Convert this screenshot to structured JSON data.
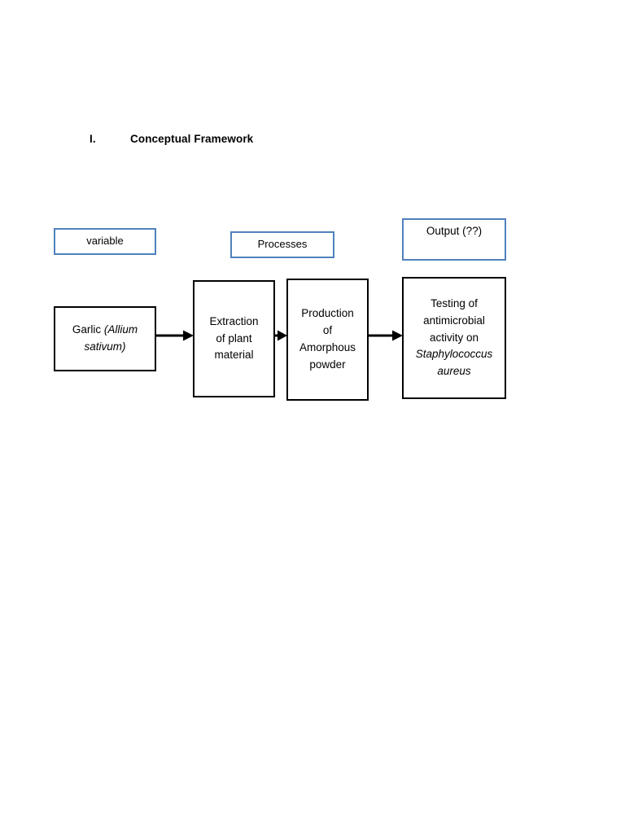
{
  "document": {
    "heading": {
      "numeral": "I.",
      "title": "Conceptual Framework"
    }
  },
  "colors": {
    "label_border": "#4F81BD",
    "flow_border": "#000000",
    "page_background": "#FFFFFF",
    "text": "#000000"
  },
  "diagram": {
    "type": "flowchart",
    "column_labels": [
      {
        "id": "variable",
        "text": "variable"
      },
      {
        "id": "processes",
        "text": "Processes"
      },
      {
        "id": "output",
        "text": "Output (??)"
      }
    ],
    "stages": [
      {
        "id": "garlic",
        "lines": [
          {
            "text": "Garlic ",
            "italic": false
          },
          {
            "text": "(Allium sativum)",
            "italic": true
          }
        ],
        "plain_text": "Garlic (Allium sativum)"
      },
      {
        "id": "extraction",
        "lines": [
          {
            "text": "Extraction",
            "italic": false
          },
          {
            "text": "of plant",
            "italic": false
          },
          {
            "text": "material",
            "italic": false
          }
        ],
        "plain_text": "Extraction of plant material"
      },
      {
        "id": "production",
        "lines": [
          {
            "text": "Production",
            "italic": false
          },
          {
            "text": "of",
            "italic": false
          },
          {
            "text": "Amorphous",
            "italic": false
          },
          {
            "text": "powder",
            "italic": false
          }
        ],
        "plain_text": "Production of Amorphous powder"
      },
      {
        "id": "testing",
        "lines": [
          {
            "text": "Testing of",
            "italic": false
          },
          {
            "text": "antimicrobial",
            "italic": false
          },
          {
            "text": "activity on",
            "italic": false
          },
          {
            "text": "Staphylococcus",
            "italic": true
          },
          {
            "text": "aureus",
            "italic": true
          }
        ],
        "plain_text": "Testing of antimicrobial activity on Staphylococcus aureus"
      }
    ],
    "connectors": [
      {
        "id": "arrow-1",
        "from": "garlic",
        "to": "extraction",
        "style": "solid-arrow-right"
      },
      {
        "id": "arrow-2",
        "from": "extraction",
        "to": "production",
        "style": "solid-arrow-right"
      },
      {
        "id": "arrow-3",
        "from": "production",
        "to": "testing",
        "style": "solid-arrow-right"
      }
    ]
  }
}
